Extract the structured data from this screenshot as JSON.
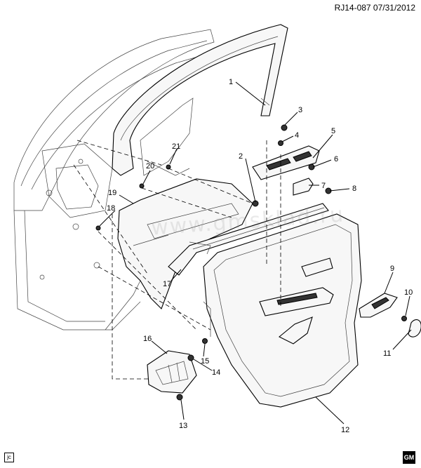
{
  "header": {
    "ref_code": "RJ14-087  07/31/2012"
  },
  "watermark": {
    "text": "www.gmsklad.ru"
  },
  "footer": {
    "corner_mark": "jc",
    "brand_badge": "GM"
  },
  "callouts": [
    {
      "id": "c1",
      "label": "1"
    },
    {
      "id": "c2",
      "label": "2"
    },
    {
      "id": "c3",
      "label": "3"
    },
    {
      "id": "c4",
      "label": "4"
    },
    {
      "id": "c5",
      "label": "5"
    },
    {
      "id": "c6",
      "label": "6"
    },
    {
      "id": "c7",
      "label": "7"
    },
    {
      "id": "c8",
      "label": "8"
    },
    {
      "id": "c9",
      "label": "9"
    },
    {
      "id": "c10",
      "label": "10"
    },
    {
      "id": "c11",
      "label": "11"
    },
    {
      "id": "c12",
      "label": "12"
    },
    {
      "id": "c13",
      "label": "13"
    },
    {
      "id": "c14",
      "label": "14"
    },
    {
      "id": "c15",
      "label": "15"
    },
    {
      "id": "c16",
      "label": "16"
    },
    {
      "id": "c17",
      "label": "17"
    },
    {
      "id": "c18",
      "label": "18"
    },
    {
      "id": "c19",
      "label": "19"
    },
    {
      "id": "c20",
      "label": "20"
    },
    {
      "id": "c21",
      "label": "21"
    }
  ]
}
